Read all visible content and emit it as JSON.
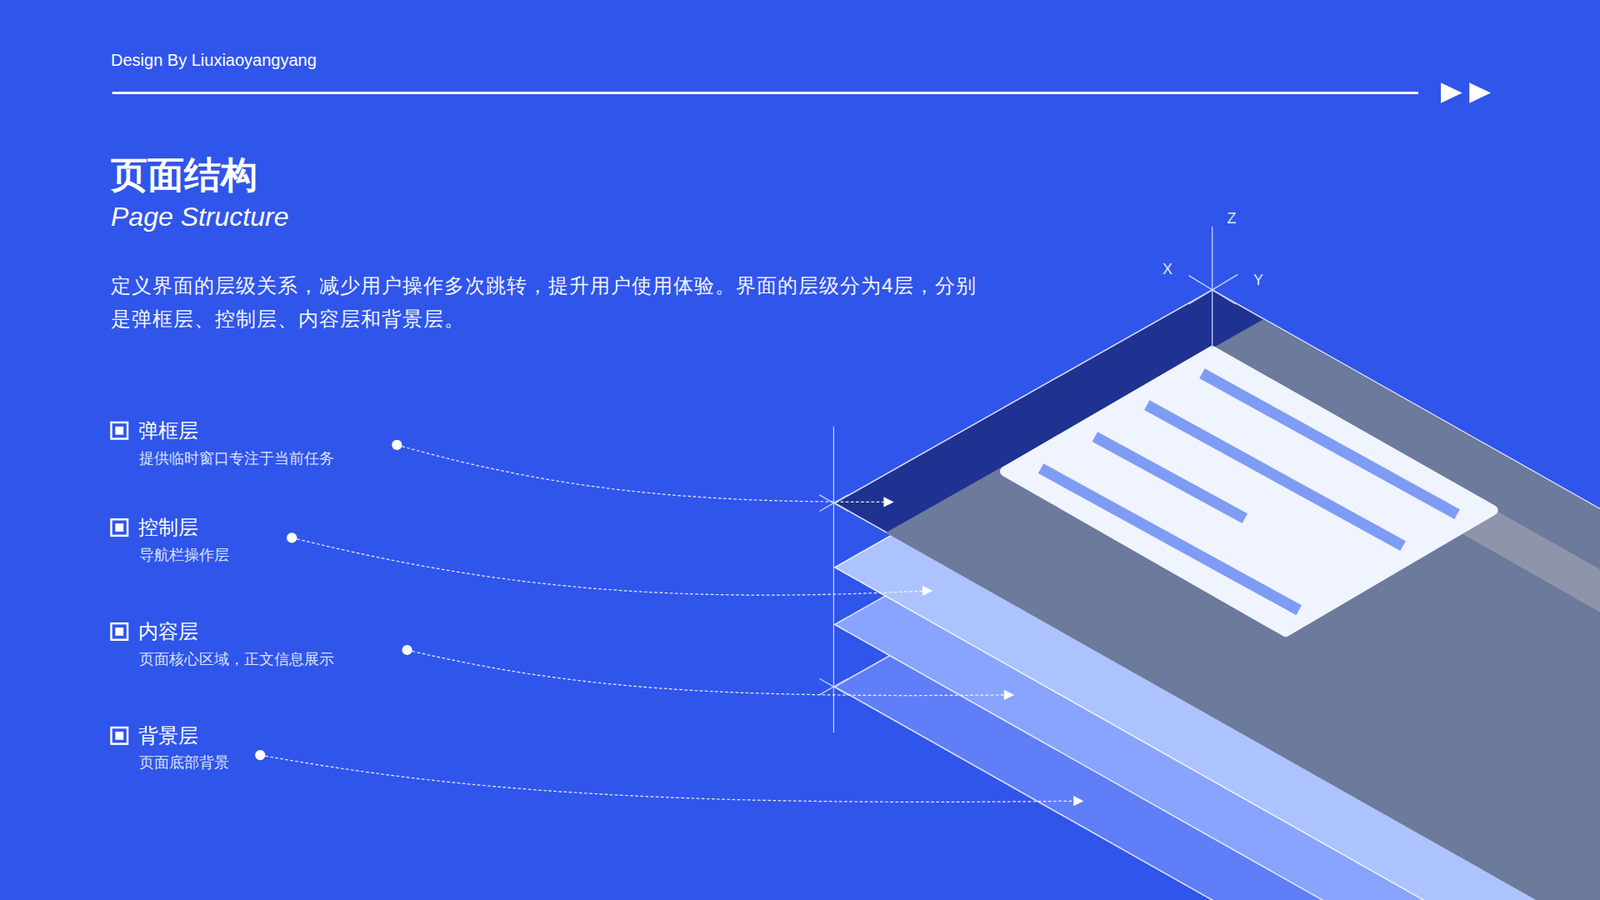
{
  "diagram": {
    "title": "页面结构",
    "labels": [
      "Design By Liuxiaoyangyang",
      "Page Structure",
      "定义界面的层级关系，减少用户操作多次跳转，提升用户使用体验。界面的层级分为4层，分别是弹框层、控制层、内容层和背景层。",
      "弹框层",
      "提供临时窗口专注于当前任务",
      "控制层",
      "导航栏操作层",
      "内容层",
      "页面核心区域，正文信息展示",
      "背景层",
      "页面底部背景",
      "Z",
      "X",
      "Y"
    ]
  }
}
